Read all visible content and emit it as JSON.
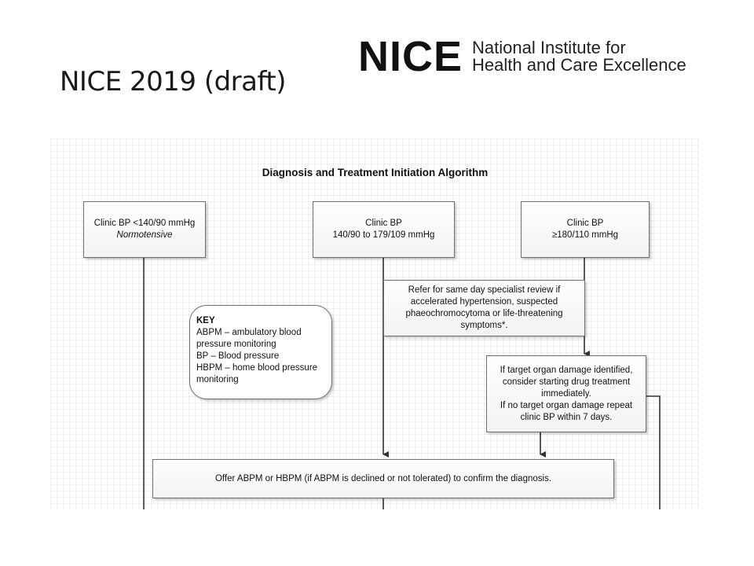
{
  "slide": {
    "title": "NICE 2019 (draft)"
  },
  "logo": {
    "word": "NICE",
    "line1": "National Institute for",
    "line2": "Health and Care Excellence"
  },
  "diagram": {
    "title": "Diagnosis and Treatment Initiation Algorithm",
    "box_normotensive": {
      "line1": "Clinic BP <140/90 mmHg",
      "line2": "Normotensive"
    },
    "box_stage1": {
      "line1": "Clinic BP",
      "line2": "140/90 to 179/109 mmHg"
    },
    "box_severe": {
      "line1": "Clinic BP",
      "line2": "≥180/110 mmHg"
    },
    "box_refer": {
      "lines": [
        "Refer for same day specialist review if",
        "accelerated hypertension, suspected",
        "phaeochromocytoma or life-threatening",
        "symptoms*."
      ]
    },
    "box_organ_damage": {
      "lines": [
        "If target organ damage identified,",
        "consider starting drug treatment",
        "immediately.",
        "If no target organ damage repeat",
        "clinic BP within 7 days."
      ]
    },
    "box_offer": {
      "text": "Offer ABPM or HBPM (if ABPM is declined or not tolerated) to confirm the diagnosis."
    },
    "key": {
      "title": "KEY",
      "lines": [
        "ABPM – ambulatory blood",
        "pressure monitoring",
        "BP – Blood pressure",
        "HBPM – home blood pressure",
        "monitoring"
      ]
    },
    "colors": {
      "connector": "#333333",
      "box_border": "#6e6e6e"
    }
  }
}
